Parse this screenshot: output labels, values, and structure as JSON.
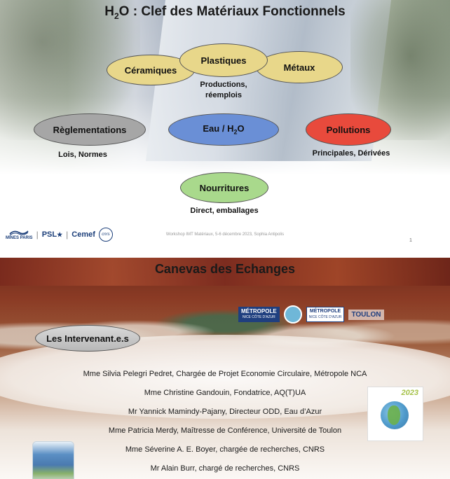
{
  "slide1": {
    "title": {
      "pre": "H",
      "sub": "2",
      "post": "O : Clef des Matériaux Fonctionnels"
    },
    "nodes": {
      "ceramiques": {
        "label": "Céramiques",
        "color": "#e8d78a"
      },
      "plastiques": {
        "label": "Plastiques",
        "color": "#e8d78a",
        "caption_line1": "Productions,",
        "caption_line2": "réemplois"
      },
      "metaux": {
        "label": "Métaux",
        "color": "#e8d78a"
      },
      "reglementations": {
        "label": "Règlementations",
        "color": "#a6a6a6",
        "caption": "Lois, Normes"
      },
      "eau": {
        "label_pre": "Eau / H",
        "label_sub": "2",
        "label_post": "O",
        "color": "#6a8fd6"
      },
      "pollutions": {
        "label": "Pollutions",
        "color": "#e84a3c",
        "caption": "Principales, Dérivées"
      },
      "nourritures": {
        "label": "Nourritures",
        "color": "#a9d98c",
        "caption": "Direct, emballages"
      }
    },
    "footer": "Workshop IMT Matériaux, 5-6 décembre 2023, Sophia Antipolis",
    "page_number": "1",
    "logos": {
      "mines": "MINES PARIS",
      "psl": "PSL",
      "cemef": "Cemef",
      "cnrs": "cnrs"
    }
  },
  "slide2": {
    "title": "Canevas des Echanges",
    "section_label": "Les Intervenant.e.s",
    "logos": {
      "metropole": "MÉTROPOLE",
      "metropole_sub": "NICE CÔTE D'AZUR",
      "toulon": "TOULON"
    },
    "badge_year": "2023",
    "speakers": [
      "Mme Silvia Pelegri Pedret, Chargée de Projet Economie Circulaire, Métropole NCA",
      "Mme Christine Gandouin, Fondatrice, AQ(T)UA",
      "Mr Yannick Mamindy-Pajany, Directeur ODD, Eau d’Azur",
      "Mme Patricia Merdy, Maîtresse de Conférence, Université de Toulon",
      "Mme Séverine A. E. Boyer, chargée de recherches, CNRS",
      "Mr Alain Burr, chargé de recherches, CNRS"
    ]
  }
}
